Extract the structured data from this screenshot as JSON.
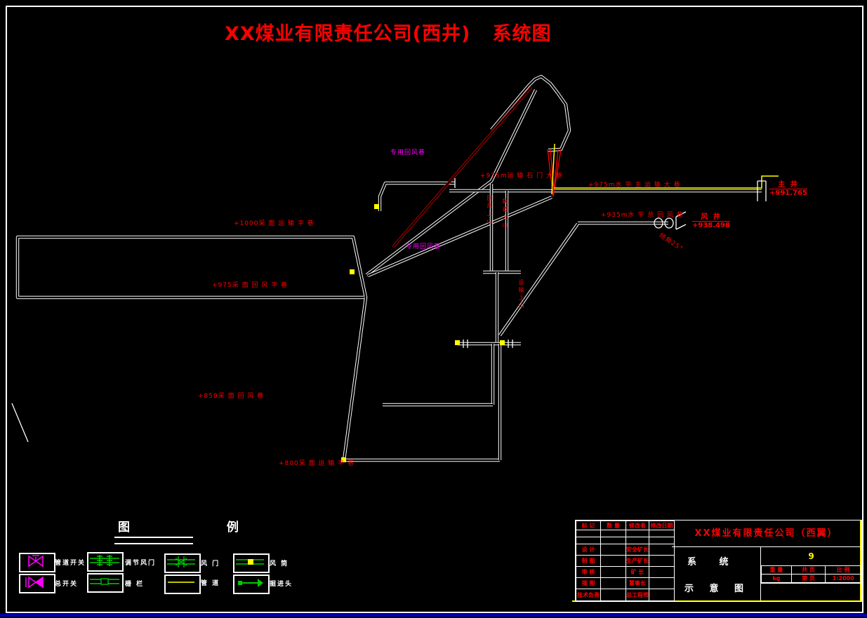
{
  "page_title": "XX煤业有限责任公司(西井)   系统图",
  "colors": {
    "background": "#000000",
    "roadway_line": "#ffffff",
    "label_red": "#ff0000",
    "pipe_yellow": "#ffff00",
    "valve_magenta": "#ff00ff",
    "symbol_green": "#00cc00",
    "bottom_strip_blue": "#0000b8"
  },
  "map": {
    "labels": [
      {
        "text": "+1000采 面 运 输 平 巷"
      },
      {
        "text": "+975采 面 回 风 平 巷"
      },
      {
        "text": "+850采 面 回 风 巷"
      },
      {
        "text": "+800采 面 运 输 平 巷"
      },
      {
        "text": "+975m运 输 石 门 大 巷"
      },
      {
        "text": "+975m水 平 主 运 输 大 巷"
      },
      {
        "text": "+935m水 平 总 回 风 巷"
      },
      {
        "text": "倾角25°"
      },
      {
        "text": "专用回风巷"
      },
      {
        "text": "专用回风巷"
      },
      {
        "text": "回风上山"
      },
      {
        "text": "轨道上山"
      },
      {
        "text": "运输上山"
      }
    ],
    "shafts": [
      {
        "name": "主 井",
        "elevation": "+991.765"
      },
      {
        "name": "风 井",
        "elevation": "+938.498"
      }
    ]
  },
  "legend": {
    "title": "图 例",
    "items": [
      {
        "icon": "pipe-valve-open-icon",
        "label": "管道开关"
      },
      {
        "icon": "regulating-air-door-icon",
        "label": "调节风门"
      },
      {
        "icon": "air-door-icon",
        "label": "风 门"
      },
      {
        "icon": "air-duct-icon",
        "label": "风 筒"
      },
      {
        "icon": "pipe-valve-main-icon",
        "label": "总开关"
      },
      {
        "icon": "fence-icon",
        "label": "栅 栏"
      },
      {
        "icon": "pipeline-icon",
        "label": "管 道"
      },
      {
        "icon": "heading-face-icon",
        "label": "掘进头"
      }
    ]
  },
  "titleblock": {
    "company": "XX煤业有限责任公司（西翼）",
    "system_label": "系  统",
    "diagram_label": "示 意 图",
    "system_value": "9",
    "header_cells": [
      "标 记",
      "数 量",
      "修改者",
      "修改日期"
    ],
    "rows": [
      [
        "设 计",
        "安全矿长"
      ],
      [
        "制 图",
        "生产矿长"
      ],
      [
        "审 核",
        "矿  长"
      ],
      [
        "描 图",
        "董事长"
      ],
      [
        "技术负责",
        "总工程师"
      ]
    ],
    "weight_label": "重  量",
    "weight_value": "kg",
    "pages_label": "共  页",
    "page_value": "第  页",
    "scale_label": "比  例",
    "scale_value": "1:2000"
  }
}
